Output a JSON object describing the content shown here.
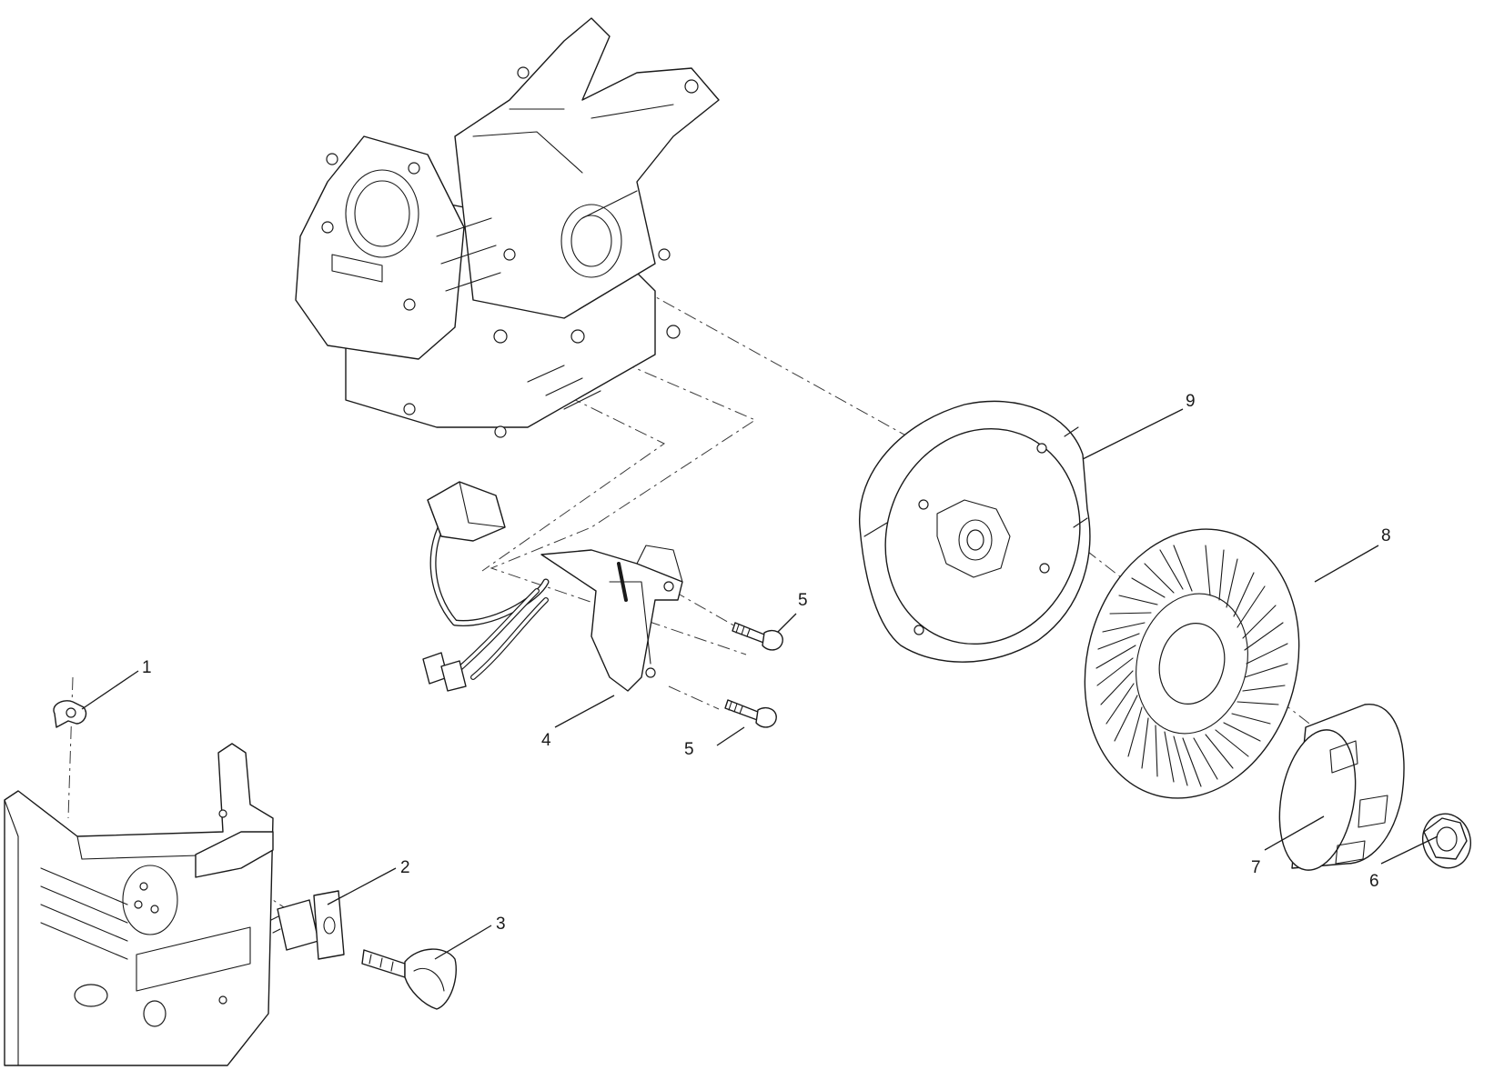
{
  "callouts": [
    {
      "id": "c1",
      "label": "1"
    },
    {
      "id": "c2",
      "label": "2"
    },
    {
      "id": "c3",
      "label": "3"
    },
    {
      "id": "c4",
      "label": "4"
    },
    {
      "id": "c5a",
      "label": "5"
    },
    {
      "id": "c5b",
      "label": "5"
    },
    {
      "id": "c6",
      "label": "6"
    },
    {
      "id": "c7",
      "label": "7"
    },
    {
      "id": "c8",
      "label": "8"
    },
    {
      "id": "c9",
      "label": "9"
    }
  ]
}
